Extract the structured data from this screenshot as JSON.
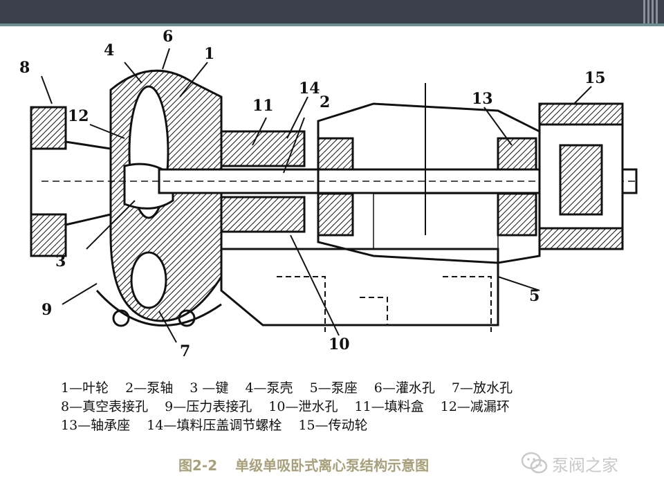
{
  "diagram": {
    "part_labels": [
      "1",
      "2",
      "3",
      "4",
      "5",
      "6",
      "7",
      "8",
      "9",
      "10",
      "11",
      "12",
      "13",
      "14",
      "15"
    ]
  },
  "legend": {
    "lines": [
      [
        "1—叶轮",
        "2—泵轴",
        "3 —键",
        "4—泵壳",
        "5—泵座",
        "6—灌水孔",
        "7—放水孔"
      ],
      [
        "8—真空表接孔",
        "9—压力表接孔",
        "10—泄水孔",
        "11—填料盒",
        "12—减漏环"
      ],
      [
        "13—轴承座",
        "14—填料压盖调节螺栓",
        "15—传动轮"
      ]
    ]
  },
  "caption": {
    "number": "图2-2",
    "title": "单级单吸卧式离心泵结构示意图"
  },
  "watermark": {
    "text": "泵阀之家"
  },
  "colors": {
    "top_bar": "#3a3f4a",
    "accent_line": "#6b8f8f",
    "caption": "#a8a07a",
    "watermark": "#c9c9c9"
  }
}
